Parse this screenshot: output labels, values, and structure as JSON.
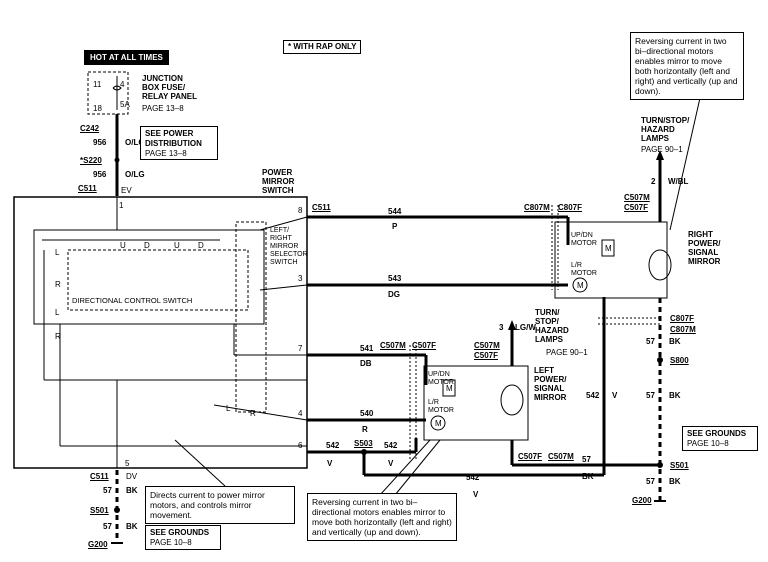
{
  "top": {
    "hot_at_all_times": "HOT AT ALL TIMES",
    "with_rap_only": "* WITH RAP ONLY"
  },
  "fuse": {
    "pin_11": "11",
    "pin_4": "4",
    "pin_5a": "5A",
    "pin_18": "18",
    "junction_label": "JUNCTION\nBOX FUSE/\nRELAY PANEL",
    "junction_page": "PAGE 13–8"
  },
  "feed": {
    "c242": "C242",
    "wire_956": "956",
    "color_olg": "O/LG",
    "s220": "*S220",
    "wire_956_b": "956",
    "color_olg_b": "O/LG",
    "c511": "C511",
    "pin_ev": "EV",
    "see_power": "SEE POWER\nDISTRIBUTION",
    "see_power_page": "PAGE 13–8"
  },
  "switch": {
    "title": "POWER\nMIRROR\nSWITCH",
    "pin_1": "1",
    "pin_8": "8",
    "pin_3": "3",
    "pin_7": "7",
    "pin_4": "4",
    "pin_6": "6",
    "pin_5": "5",
    "directional": "DIRECTIONAL CONTROL SWITCH",
    "selector": "LEFT/\nRIGHT\nMIRROR\nSELECTOR\nSWITCH",
    "u": "U",
    "d": "D",
    "l": "L",
    "r": "R"
  },
  "wires": {
    "c511": "C511",
    "w544": "544",
    "c544": "P",
    "w543": "543",
    "c543": "DG",
    "w541": "541",
    "c541": "DB",
    "w540": "540",
    "c540": "R",
    "w542": "542",
    "c542": "V",
    "s503": "S503",
    "w542_b": "542",
    "c542_b": "V",
    "w542_c": "542",
    "c542_c": "V",
    "w542_d": "542",
    "c542_d": "V",
    "c807m": "C807M",
    "c807f": "C807F",
    "c507m": "C507M",
    "c507f": "C507F",
    "c807f_b": "C807F",
    "c807m_b": "C807M",
    "c507f_b": "C507F",
    "c507m_b": "C507M"
  },
  "right_mirror": {
    "title": "RIGHT\nPOWER/\nSIGNAL\nMIRROR",
    "updn": "UP/DN\nMOTOR",
    "lr": "L/R\nMOTOR",
    "m": "M",
    "turn_label": "TURN/STOP/\nHAZARD\nLAMPS",
    "turn_page": "PAGE 90–1",
    "pin_2": "2",
    "color_wbl": "W/BL",
    "c507m": "C507M",
    "c507f": "C507F"
  },
  "left_mirror": {
    "title": "LEFT\nPOWER/\nSIGNAL\nMIRROR",
    "updn": "UP/DN\nMOTOR",
    "lr": "L/R\nMOTOR",
    "m": "M",
    "turn_label": "TURN/\nSTOP/\nHAZARD\nLAMPS",
    "turn_page": "PAGE 90–1",
    "pin_3": "3",
    "color_lgw": "LG/W",
    "c507m": "C507M",
    "c507f": "C507F"
  },
  "grounds_left": {
    "c511": "C511",
    "pin_dv": "DV",
    "w57": "57",
    "bk": "BK",
    "s501": "S501",
    "w57_b": "57",
    "bk_b": "BK",
    "g200": "G200",
    "see_grounds": "SEE GROUNDS",
    "see_grounds_page": "PAGE 10–8"
  },
  "grounds_right": {
    "w57": "57",
    "bk": "BK",
    "s800": "S800",
    "w57_b": "57",
    "bk_b": "BK",
    "w57_c": "57",
    "bk_c": "BK",
    "s501": "S501",
    "w57_d": "57",
    "bk_d": "BK",
    "g200": "G200",
    "see_grounds": "SEE GROUNDS",
    "see_grounds_page": "PAGE 10–8"
  },
  "notes": {
    "switch_note": "Directs current to power mirror motors, and controls mirror movement.",
    "reverse_bottom": "Reversing current in two bi–directional motors enables mirror to move both horizontally (left and right) and vertically (up and down).",
    "reverse_top": "Reversing current in two bi–directional motors enables mirror to move both horizontally (left and right) and vertically (up and down)."
  }
}
